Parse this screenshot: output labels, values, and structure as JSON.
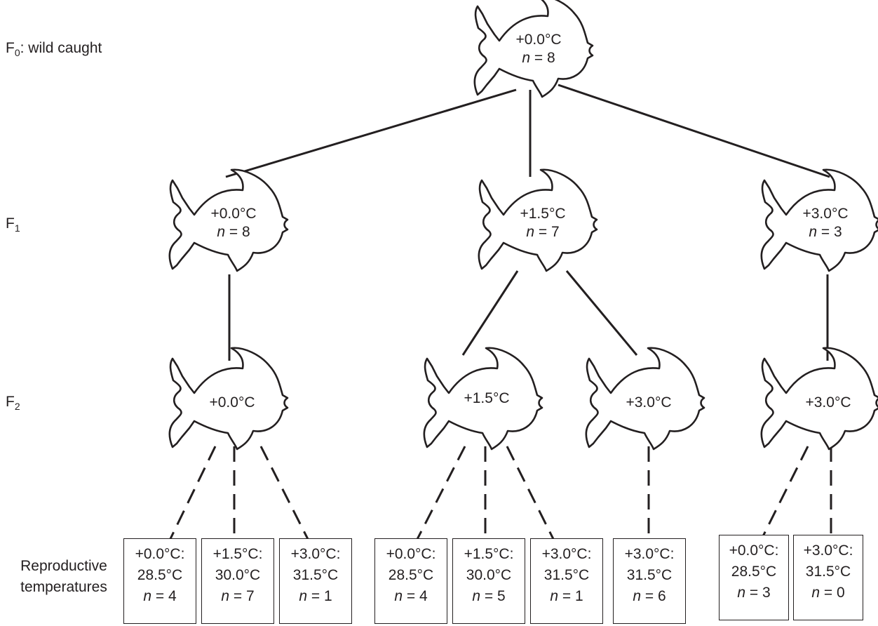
{
  "labels": {
    "f0_gen": "F",
    "f0_sub": "0",
    "f0_rest": ": wild caught",
    "f1_gen": "F",
    "f1_sub": "1",
    "f2_gen": "F",
    "f2_sub": "2",
    "repro_line1": "Reproductive",
    "repro_line2": "temperatures"
  },
  "fish": {
    "f0": {
      "temp": "+0.0°C",
      "n_label": "n",
      "n_value": " = 8"
    },
    "f1_a": {
      "temp": "+0.0°C",
      "n_label": "n",
      "n_value": " = 8"
    },
    "f1_b": {
      "temp": "+1.5°C",
      "n_label": "n",
      "n_value": " = 7"
    },
    "f1_c": {
      "temp": "+3.0°C",
      "n_label": "n",
      "n_value": " = 3"
    },
    "f2_a": {
      "temp": "+0.0°C"
    },
    "f2_b": {
      "temp": "+1.5°C"
    },
    "f2_c": {
      "temp": "+3.0°C"
    },
    "f2_d": {
      "temp": "+3.0°C"
    }
  },
  "boxes": [
    {
      "offset": "+0.0°C:",
      "absolute": "28.5°C",
      "n_label": "n",
      "n_value": " = 4"
    },
    {
      "offset": "+1.5°C:",
      "absolute": "30.0°C",
      "n_label": "n",
      "n_value": " = 7"
    },
    {
      "offset": "+3.0°C:",
      "absolute": "31.5°C",
      "n_label": "n",
      "n_value": " = 1"
    },
    {
      "offset": "+0.0°C:",
      "absolute": "28.5°C",
      "n_label": "n",
      "n_value": " = 4"
    },
    {
      "offset": "+1.5°C:",
      "absolute": "30.0°C",
      "n_label": "n",
      "n_value": " = 5"
    },
    {
      "offset": "+3.0°C:",
      "absolute": "31.5°C",
      "n_label": "n",
      "n_value": " = 1"
    },
    {
      "offset": "+3.0°C:",
      "absolute": "31.5°C",
      "n_label": "n",
      "n_value": " = 6"
    },
    {
      "offset": "+0.0°C:",
      "absolute": "28.5°C",
      "n_label": "n",
      "n_value": " = 3"
    },
    {
      "offset": "+3.0°C:",
      "absolute": "31.5°C",
      "n_label": "n",
      "n_value": " = 0"
    }
  ]
}
